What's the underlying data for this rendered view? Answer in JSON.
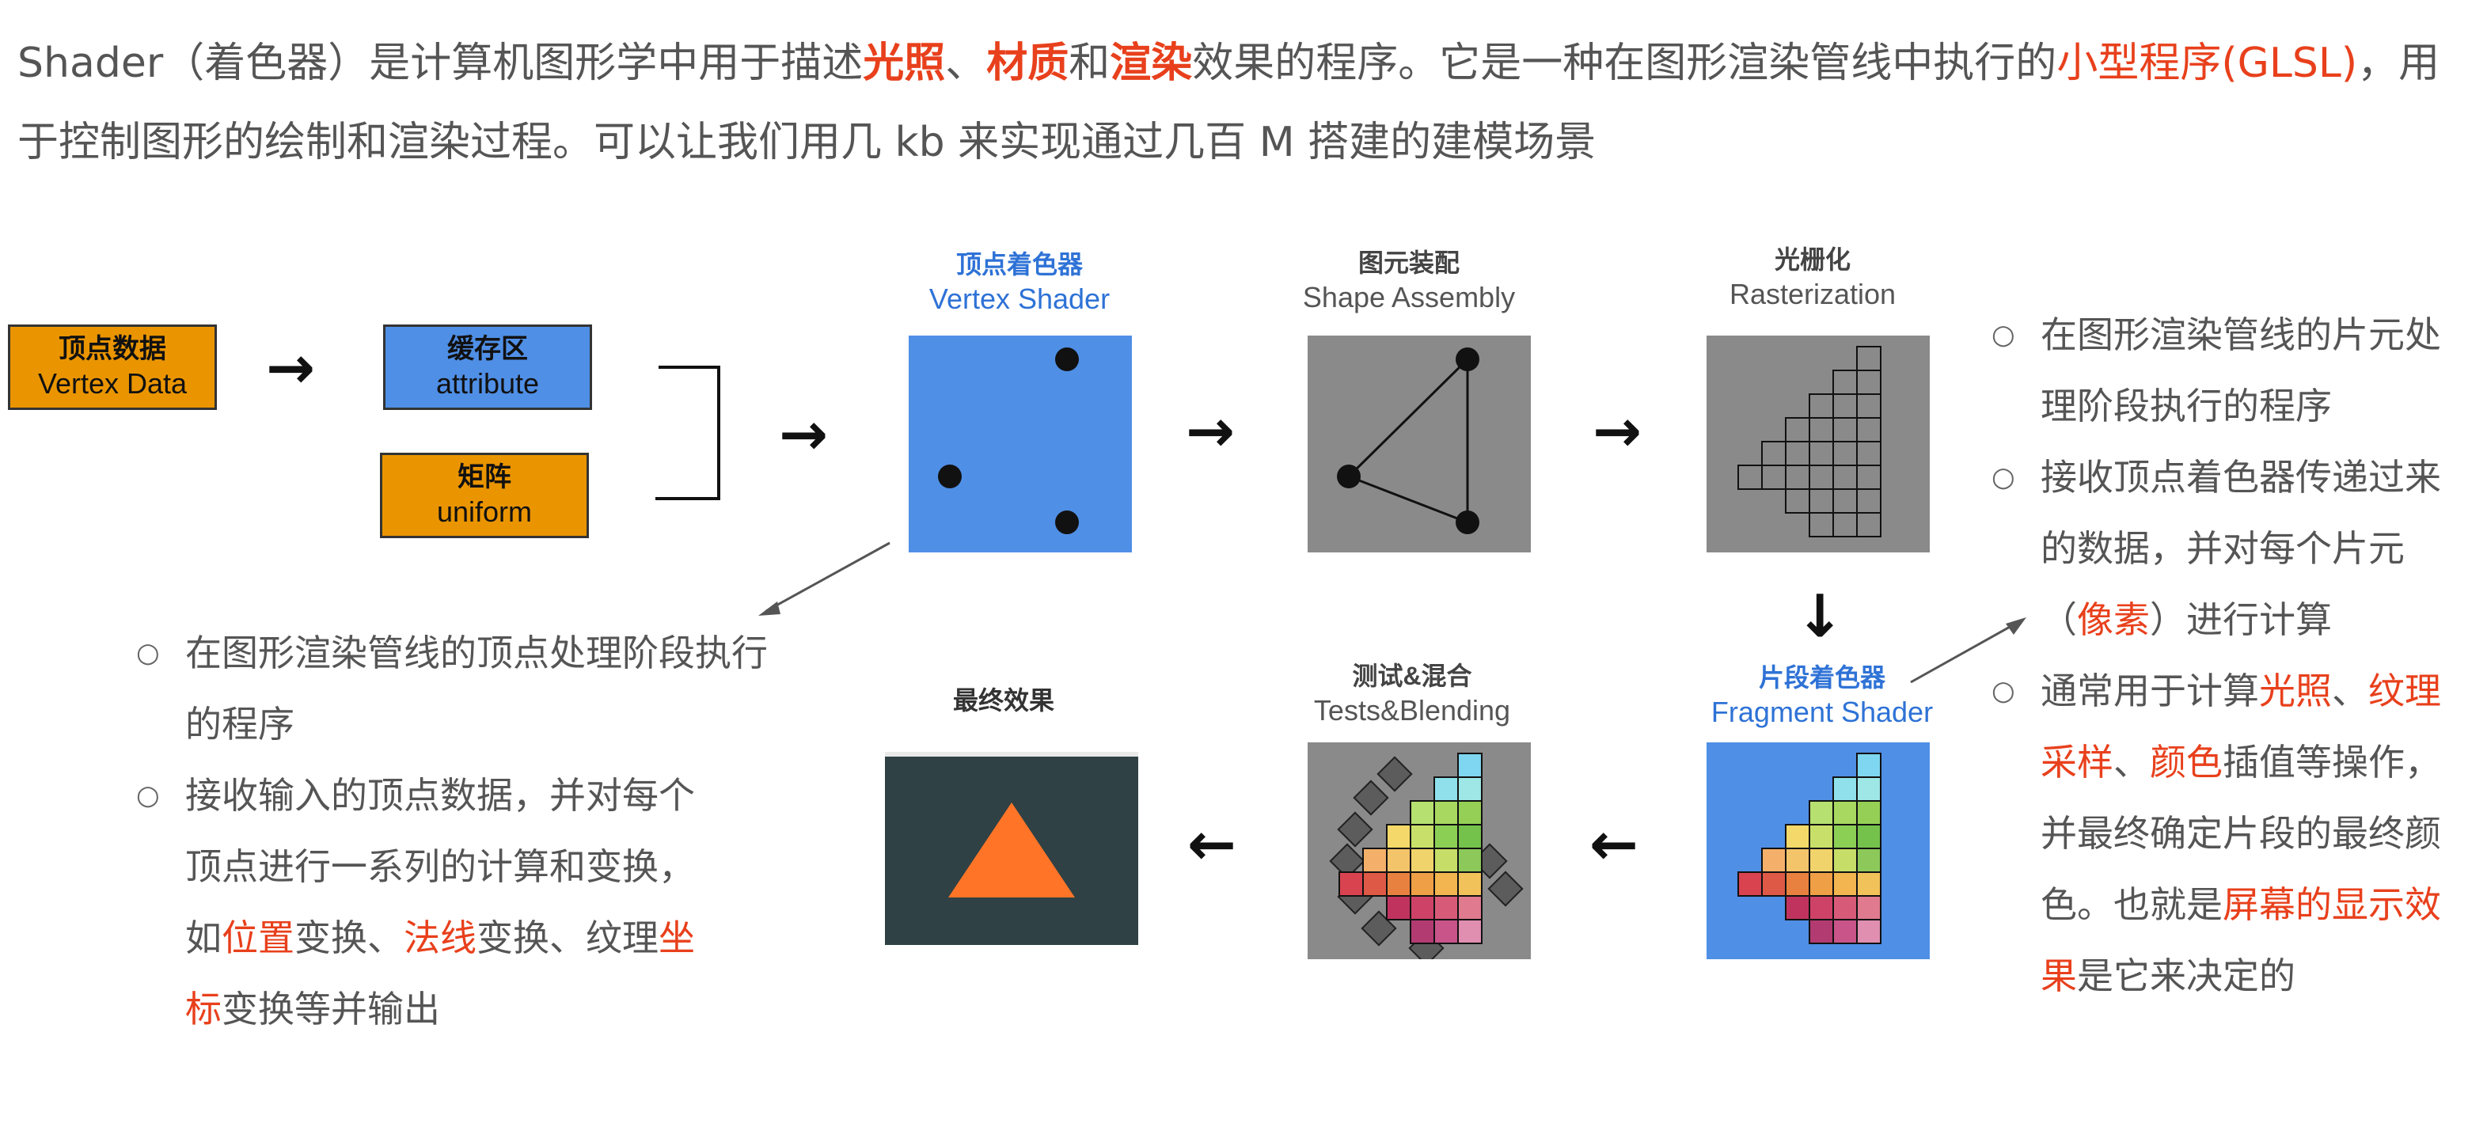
{
  "intro": {
    "p1": "Shader（着色器）是计算机图形学中用于描述",
    "h1": "光照",
    "p2": "、",
    "h2": "材质",
    "p3": "和",
    "h3": "渲染",
    "p4": "效果的程序。它是一种在图形渲染管线中执行的",
    "h4": "小型程序(GLSL)",
    "p5": "，用于控制图形的绘制和渲染过程。可以让我们用几 kb 来实现通过几百 M 搭建的建模场景"
  },
  "inputs": {
    "vertex_data": {
      "zh": "顶点数据",
      "en": "Vertex Data"
    },
    "attribute": {
      "zh": "缓存区",
      "en": "attribute"
    },
    "uniform": {
      "zh": "矩阵",
      "en": "uniform"
    }
  },
  "stages": {
    "vertex_shader": {
      "zh": "顶点着色器",
      "en": "Vertex Shader"
    },
    "shape_assembly": {
      "zh": "图元装配",
      "en": "Shape Assembly"
    },
    "rasterization": {
      "zh": "光栅化",
      "en": "Rasterization"
    },
    "fragment_shader": {
      "zh": "片段着色器",
      "en": "Fragment Shader"
    },
    "tests_blending": {
      "zh": "测试&混合",
      "en": "Tests&Blending"
    },
    "final": {
      "zh": "最终效果"
    }
  },
  "vertex_notes": {
    "b1": "在图形渲染管线的顶点处理阶段执行的程序",
    "b2_l1": "接收输入的顶点数据，并对每个",
    "b2_l2": "顶点进行一系列的计算和变换，",
    "b2_l3a": "如",
    "b2_l3b": "位置",
    "b2_l3c": "变换、",
    "b2_l3d": "法线",
    "b2_l3e": "变换、纹理",
    "b2_l3f": "坐",
    "b2_l4a": "标",
    "b2_l4b": "变换等并输出"
  },
  "fragment_notes": {
    "b1_l1": "在图形渲染管线的片元处",
    "b1_l2": "理阶段执行的程序",
    "b2_l1": "接收顶点着色器传递过来",
    "b2_l2": "的数据，并对每个片元",
    "b2_l3a": "（",
    "b2_l3b": "像素",
    "b2_l3c": "）进行计算",
    "b3_l1a": "通常用于计算",
    "b3_l1b": "光照",
    "b3_l1c": "、",
    "b3_l1d": "纹理",
    "b3_l2a": "采样",
    "b3_l2b": "、",
    "b3_l2c": "颜色",
    "b3_l2d": "插值等操作，",
    "b3_l3": "并最终确定片段的最终颜",
    "b3_l4a": "色。也就是",
    "b3_l4b": "屏幕的显示效",
    "b3_l5a": "果",
    "b3_l5b": "是它来决定的"
  },
  "colors": {
    "accent_red": "#e8401c",
    "shader_blue": "#4f8fe6",
    "input_orange": "#ea9500",
    "stage_gray": "#8a8a8a",
    "final_bg": "#2f4144",
    "triangle_orange": "#ff7427"
  },
  "icons": {
    "arrow": "right-arrow-icon",
    "bullet": "hollow-circle-bullet"
  }
}
